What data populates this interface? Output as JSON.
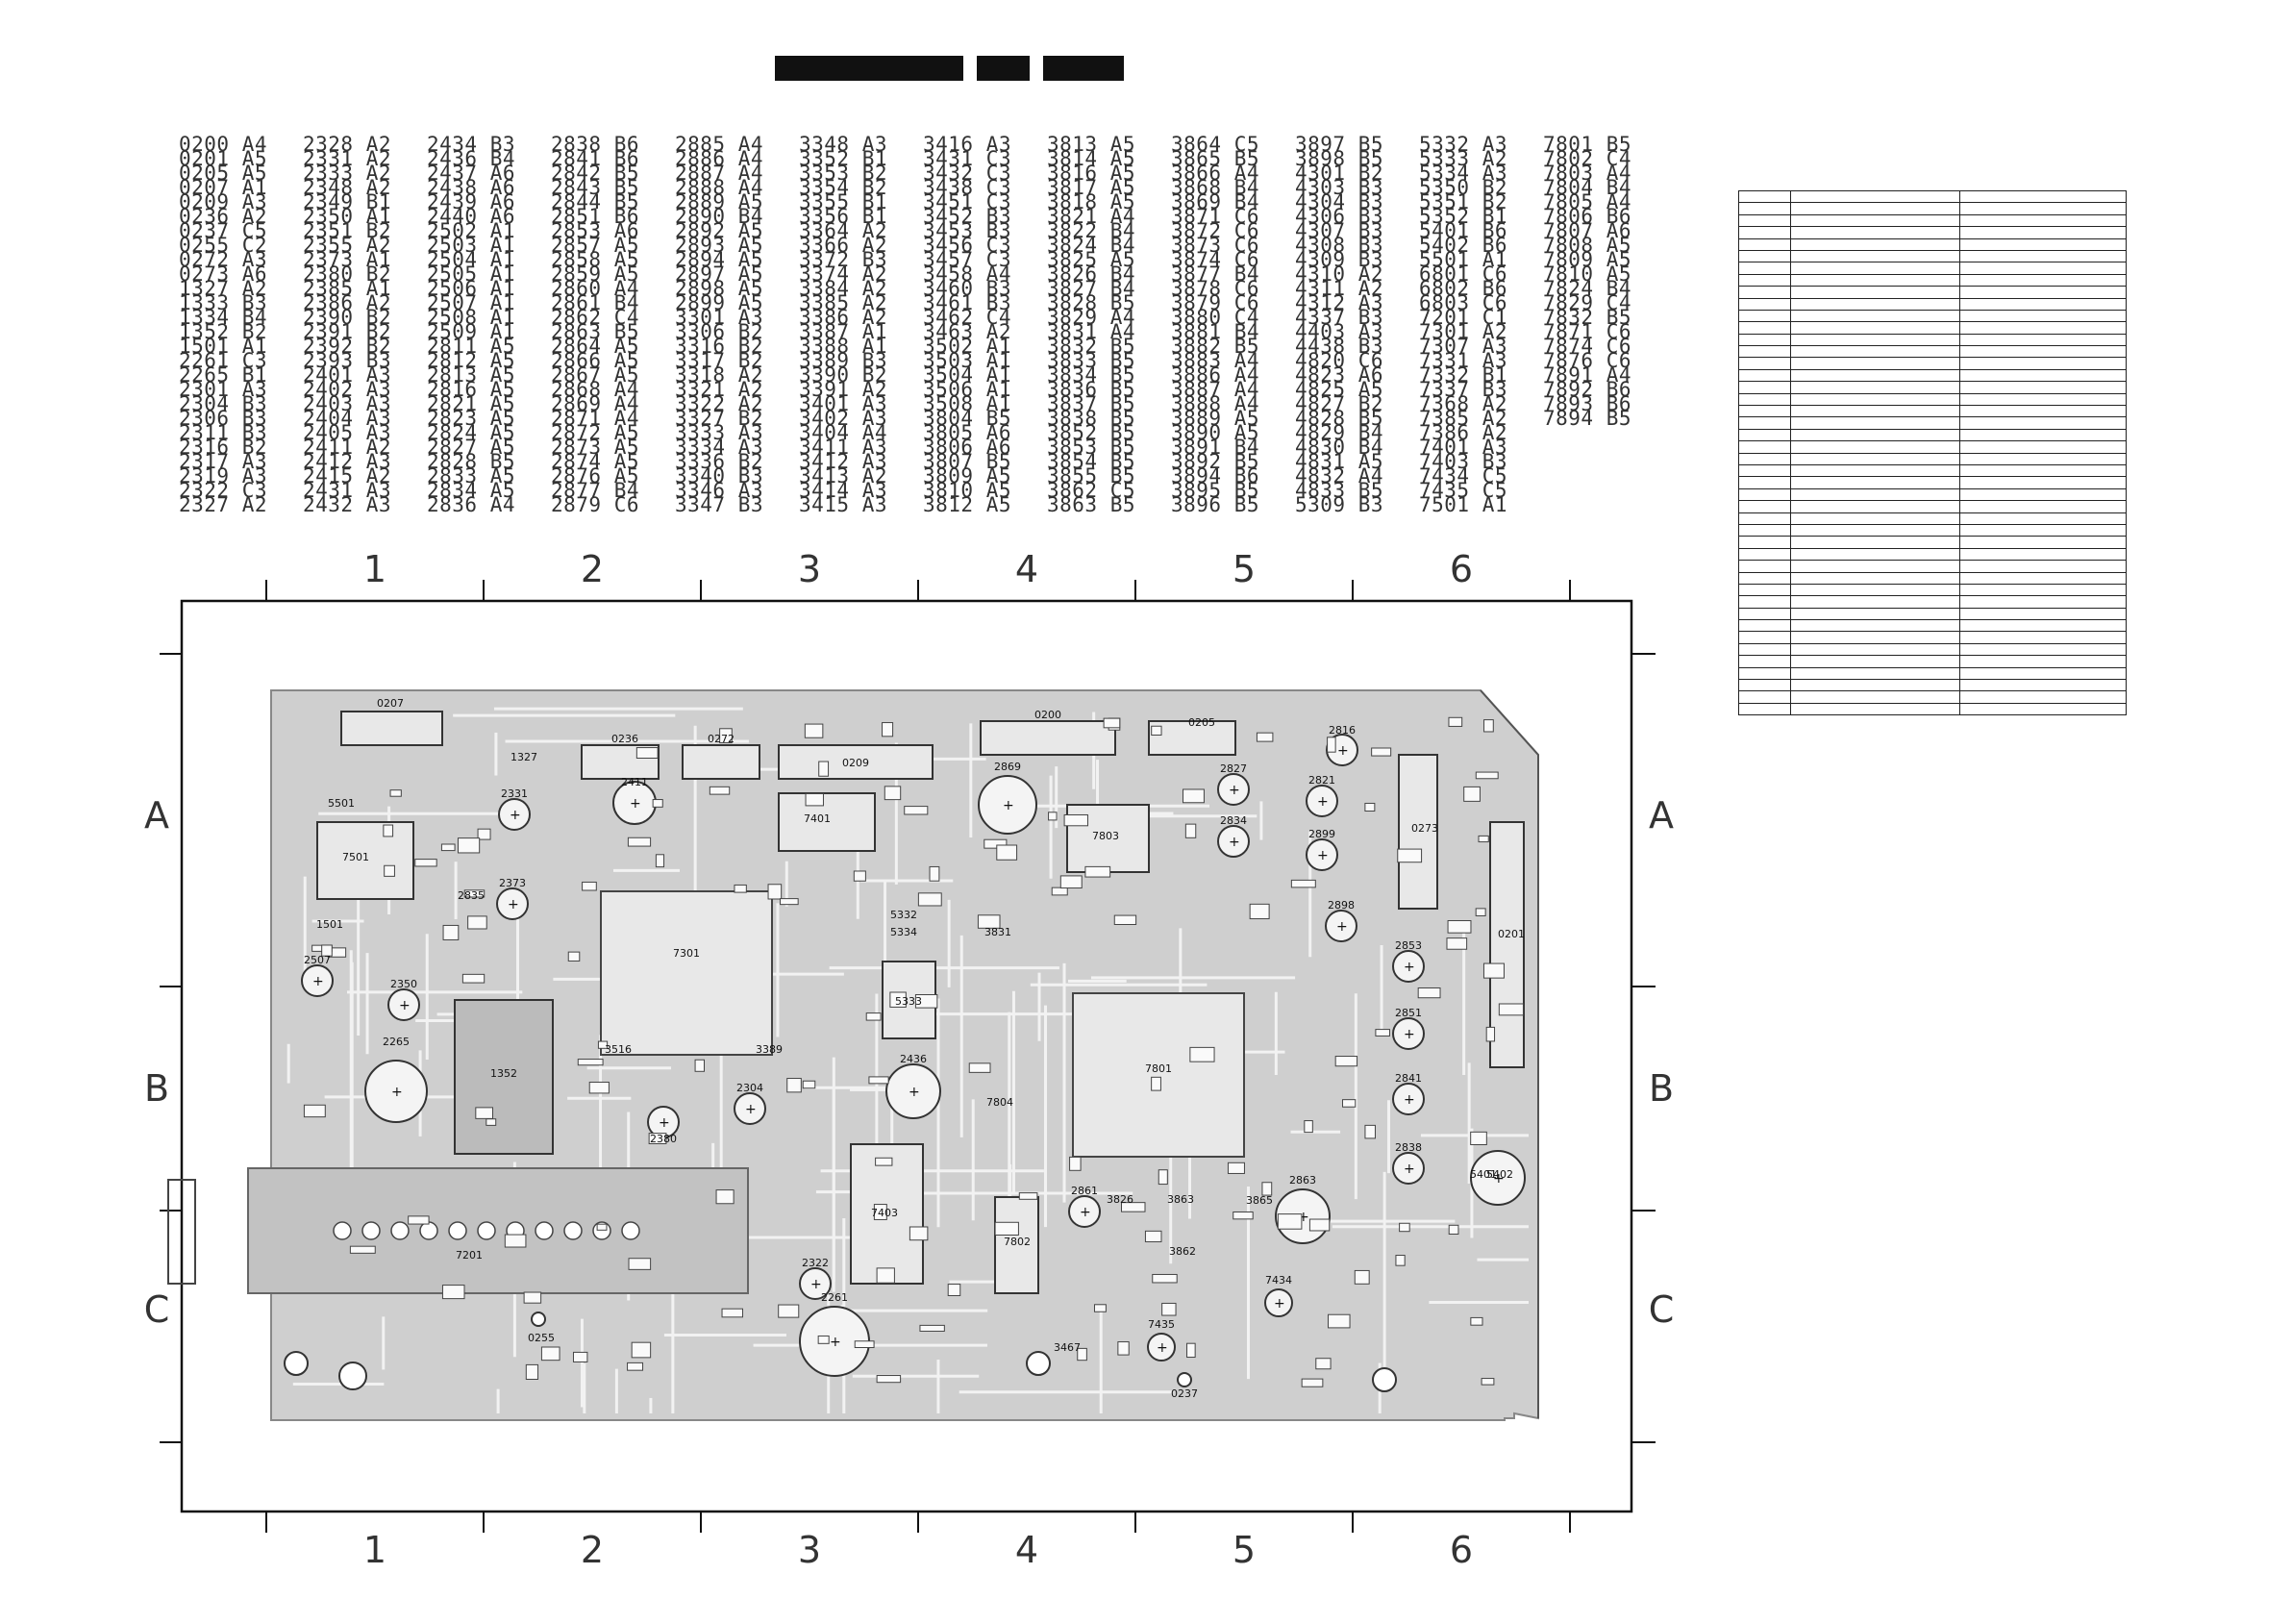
{
  "header_bars": [
    "",
    "",
    ""
  ],
  "reference_columns": [
    [
      "0200 A4",
      "0201 A5",
      "0205 A5",
      "0207 A1",
      "0209 A3",
      "0236 A2",
      "0237 C5",
      "0255 C2",
      "0272 A3",
      "0273 A6",
      "1327 A2",
      "1333 B3",
      "1334 B4",
      "1352 B2",
      "1501 A1",
      "2261 C3",
      "2265 B1",
      "2301 A3",
      "2304 B3",
      "2306 B3",
      "2311 B3",
      "2316 B2",
      "2317 A3",
      "2319 A3",
      "2322 C3",
      "2327 A2"
    ],
    [
      "2328 A2",
      "2331 A2",
      "2333 A2",
      "2348 A2",
      "2349 B1",
      "2350 A1",
      "2351 B2",
      "2355 A2",
      "2373 A1",
      "2380 B2",
      "2385 A1",
      "2386 A2",
      "2390 B2",
      "2391 B2",
      "2392 B2",
      "2393 B3",
      "2401 A3",
      "2402 A3",
      "2403 A3",
      "2404 A3",
      "2405 A3",
      "2411 A2",
      "2412 A3",
      "2415 A2",
      "2431 A3",
      "2432 A3"
    ],
    [
      "2434 B3",
      "2436 B4",
      "2437 A6",
      "2438 A6",
      "2439 A6",
      "2440 A6",
      "2502 A1",
      "2503 A1",
      "2504 A1",
      "2505 A1",
      "2506 A1",
      "2507 A1",
      "2508 A1",
      "2509 A1",
      "2811 A5",
      "2812 A5",
      "2813 A5",
      "2816 A5",
      "2821 A5",
      "2823 A5",
      "2824 A5",
      "2827 A5",
      "2828 B5",
      "2833 A5",
      "2834 A5",
      "2836 A4"
    ],
    [
      "2838 B6",
      "2841 B6",
      "2842 B5",
      "2843 B5",
      "2844 B5",
      "2851 B6",
      "2853 A6",
      "2857 A5",
      "2858 A5",
      "2859 A5",
      "2860 A4",
      "2861 B4",
      "2862 C4",
      "2863 B5",
      "2864 A5",
      "2866 A5",
      "2867 A5",
      "2868 A4",
      "2869 A4",
      "2871 A4",
      "2872 A5",
      "2873 A5",
      "2874 A5",
      "2876 A5",
      "2877 B4",
      "2879 C6"
    ],
    [
      "2885 A4",
      "2886 A4",
      "2887 A4",
      "2888 A4",
      "2889 A5",
      "2890 B4",
      "2892 A5",
      "2893 A5",
      "2894 A5",
      "2897 A5",
      "2898 A5",
      "2899 A5",
      "3301 A3",
      "3306 B2",
      "3316 B2",
      "3317 B2",
      "3318 A2",
      "3321 A2",
      "3322 A2",
      "3327 B2",
      "3333 A3",
      "3334 A3",
      "3336 B2",
      "3340 B3",
      "3346 A3",
      "3347 B3"
    ],
    [
      "3348 A3",
      "3352 B1",
      "3353 B2",
      "3354 B2",
      "3355 B1",
      "3356 B1",
      "3364 A2",
      "3366 A2",
      "3372 B3",
      "3374 A2",
      "3384 A2",
      "3385 A2",
      "3386 A2",
      "3387 A1",
      "3388 A1",
      "3389 B3",
      "3390 B2",
      "3391 A2",
      "3401 A3",
      "3402 A3",
      "3404 A4",
      "3411 A3",
      "3412 A3",
      "3413 A2",
      "3414 A3",
      "3415 A3"
    ],
    [
      "3416 A3",
      "3431 C3",
      "3432 C3",
      "3438 C3",
      "3451 C3",
      "3452 B3",
      "3453 B3",
      "3456 C3",
      "3457 C3",
      "3458 A4",
      "3460 B3",
      "3461 B3",
      "3462 C4",
      "3463 A2",
      "3502 A1",
      "3503 A1",
      "3504 A1",
      "3506 A1",
      "3508 A1",
      "3804 B5",
      "3805 A6",
      "3806 A6",
      "3807 B5",
      "3809 A5",
      "3810 A5",
      "3812 A5"
    ],
    [
      "3813 A5",
      "3814 A5",
      "3816 A5",
      "3817 A5",
      "3818 A5",
      "3821 A4",
      "3822 B4",
      "3824 B4",
      "3825 A5",
      "3826 B4",
      "3827 B4",
      "3828 B5",
      "3829 A4",
      "3831 A4",
      "3832 B5",
      "3833 B5",
      "3834 B5",
      "3836 B5",
      "3837 B5",
      "3838 B5",
      "3852 B5",
      "3853 B5",
      "3854 B5",
      "3855 B5",
      "3862 C5",
      "3863 B5"
    ],
    [
      "3864 C5",
      "3865 B5",
      "3866 A4",
      "3868 B4",
      "3869 B4",
      "3871 C6",
      "3872 C6",
      "3873 C6",
      "3874 C6",
      "3877 B4",
      "3878 C6",
      "3879 C6",
      "3880 C4",
      "3881 B4",
      "3882 B5",
      "3883 A4",
      "3886 A4",
      "3887 A4",
      "3888 A4",
      "3889 A5",
      "3890 A5",
      "3891 B4",
      "3892 B5",
      "3894 B6",
      "3895 B5",
      "3896 B5"
    ],
    [
      "3897 B5",
      "3898 B5",
      "4301 B2",
      "4303 B3",
      "4304 B3",
      "4306 B3",
      "4307 B3",
      "4308 B3",
      "4309 B3",
      "4310 A2",
      "4311 A2",
      "4312 A3",
      "4337 B3",
      "4403 A3",
      "4438 B3",
      "4820 C6",
      "4823 A6",
      "4825 A5",
      "4827 B2",
      "4828 B5",
      "4829 B4",
      "4830 B4",
      "4831 A5",
      "4832 A4",
      "4833 B5",
      "5309 B3"
    ],
    [
      "5332 A3",
      "5333 A2",
      "5334 A3",
      "5350 B2",
      "5351 B2",
      "5352 B1",
      "5401 B6",
      "5402 B6",
      "5501 A1",
      "6801 C6",
      "6802 B6",
      "6803 C6",
      "7201 C1",
      "7301 A2",
      "7307 A3",
      "7331 A3",
      "7332 B1",
      "7337 B3",
      "7368 A2",
      "7385 A2",
      "7386 A2",
      "7401 A3",
      "7403 B3",
      "7434 C5",
      "7435 C5",
      "7501 A1"
    ],
    [
      "7801 B5",
      "7802 C4",
      "7803 A4",
      "7804 B4",
      "7805 A4",
      "7806 B6",
      "7807 A6",
      "7808 A5",
      "7809 A5",
      "7810 A5",
      "7824 B4",
      "7829 C4",
      "7832 B5",
      "7871 C6",
      "7874 C6",
      "7876 C6",
      "7891 A4",
      "7892 B6",
      "7893 B6",
      "7894 B5"
    ]
  ],
  "board": {
    "col_labels": [
      "1",
      "2",
      "3",
      "4",
      "5",
      "6"
    ],
    "row_labels": [
      "A",
      "B",
      "C"
    ],
    "components": [
      {
        "ref": "0207"
      },
      {
        "ref": "0236"
      },
      {
        "ref": "0272"
      },
      {
        "ref": "0209"
      },
      {
        "ref": "0200"
      },
      {
        "ref": "0205"
      },
      {
        "ref": "0273"
      },
      {
        "ref": "0201"
      },
      {
        "ref": "1327"
      },
      {
        "ref": "5501"
      },
      {
        "ref": "7501"
      },
      {
        "ref": "2411"
      },
      {
        "ref": "2331"
      },
      {
        "ref": "2869"
      },
      {
        "ref": "7401"
      },
      {
        "ref": "7803"
      },
      {
        "ref": "2827"
      },
      {
        "ref": "2834"
      },
      {
        "ref": "2816"
      },
      {
        "ref": "2821"
      },
      {
        "ref": "2899"
      },
      {
        "ref": "2898"
      },
      {
        "ref": "2853"
      },
      {
        "ref": "2851"
      },
      {
        "ref": "2841"
      },
      {
        "ref": "2838"
      },
      {
        "ref": "2373"
      },
      {
        "ref": "1501"
      },
      {
        "ref": "2507"
      },
      {
        "ref": "2350"
      },
      {
        "ref": "2265"
      },
      {
        "ref": "1352"
      },
      {
        "ref": "7301"
      },
      {
        "ref": "5332"
      },
      {
        "ref": "5334"
      },
      {
        "ref": "5333"
      },
      {
        "ref": "7801"
      },
      {
        "ref": "2436"
      },
      {
        "ref": "2304"
      },
      {
        "ref": "2380"
      },
      {
        "ref": "7403"
      },
      {
        "ref": "2322"
      },
      {
        "ref": "2261"
      },
      {
        "ref": "7201"
      },
      {
        "ref": "0255"
      },
      {
        "ref": "2861"
      },
      {
        "ref": "3862"
      },
      {
        "ref": "2863"
      },
      {
        "ref": "7434"
      },
      {
        "ref": "7435"
      },
      {
        "ref": "3467"
      },
      {
        "ref": "0237"
      },
      {
        "ref": "5401"
      },
      {
        "ref": "5402"
      },
      {
        "ref": "7802"
      },
      {
        "ref": "7804"
      },
      {
        "ref": "3516"
      },
      {
        "ref": "3389"
      },
      {
        "ref": "3831"
      },
      {
        "ref": "3826"
      },
      {
        "ref": "3863"
      },
      {
        "ref": "3865"
      },
      {
        "ref": "2835"
      }
    ]
  },
  "grid_table": {
    "rows": 44,
    "cols": 3
  }
}
